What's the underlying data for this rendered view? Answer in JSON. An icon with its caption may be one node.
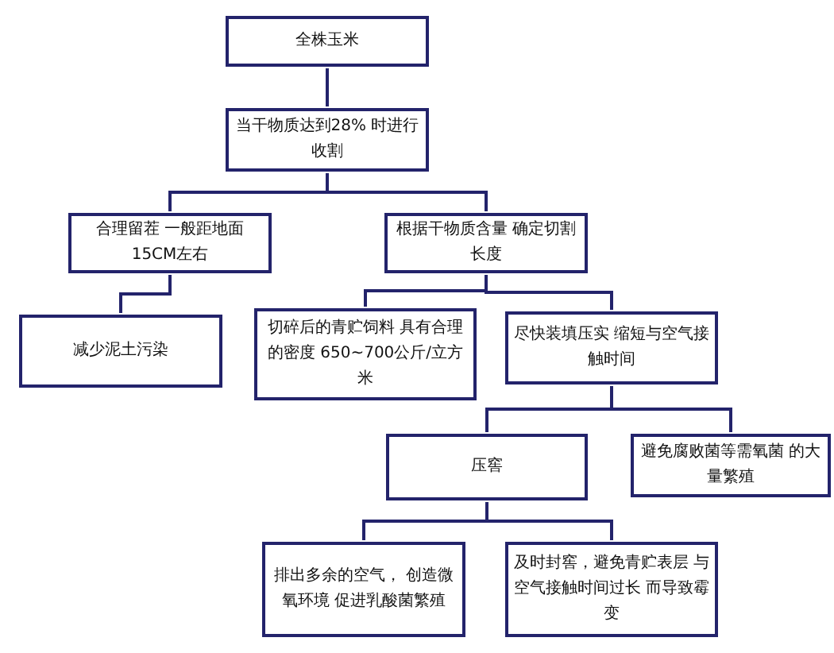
{
  "diagram": {
    "nodes": [
      {
        "text": [
          "全株玉米"
        ]
      },
      {
        "text": [
          "当干物质达到28% 时进行收割"
        ]
      },
      {
        "text": [
          "合理留茬 一般距地面15CM左右"
        ]
      },
      {
        "text": [
          "根据干物质含量 确定切割长度"
        ]
      },
      {
        "text": [
          "减少泥土污染"
        ]
      },
      {
        "text": [
          "切碎后的青贮饲料 具有合理的密度 650~700公斤/立方米"
        ]
      },
      {
        "text": [
          "尽快装填压实 缩短与空气接触时间"
        ]
      },
      {
        "text": [
          "压窖"
        ]
      },
      {
        "text": [
          "避免腐败菌等需氧菌 的大量繁殖"
        ]
      },
      {
        "text": [
          "排出多余的空气， 创造微氧环境 促进乳酸菌繁殖"
        ]
      },
      {
        "text": [
          "及时封窖，避免青贮表层 与空气接触时间过长 而导致霉变"
        ]
      }
    ],
    "edges": [
      {
        "from": 0,
        "to": 1,
        "arrow": "none"
      },
      {
        "from": 1,
        "to": 2,
        "arrow": "none"
      },
      {
        "from": 1,
        "to": 3,
        "arrow": "none"
      },
      {
        "from": 2,
        "to": 4,
        "arrow": "none"
      },
      {
        "from": 3,
        "to": 5,
        "arrow": "none"
      },
      {
        "from": 3,
        "to": 6,
        "arrow": "none"
      },
      {
        "from": 6,
        "to": 7,
        "arrow": "none"
      },
      {
        "from": 6,
        "to": 8,
        "arrow": "none"
      },
      {
        "from": 7,
        "to": 9,
        "arrow": "none"
      },
      {
        "from": 7,
        "to": 10,
        "arrow": "none"
      }
    ]
  }
}
